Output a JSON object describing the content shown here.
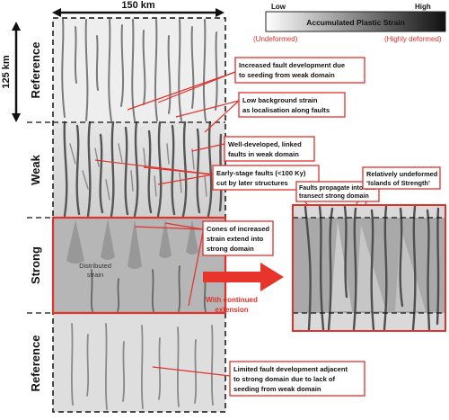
{
  "scale": {
    "width_label": "150 km",
    "height_label": "125 km"
  },
  "legend": {
    "low": "Low",
    "high": "High",
    "title": "Accumulated Plastic Strain",
    "left_note": "(Undeformed)",
    "right_note": "(Highly deformed)",
    "note_color": "#e0312b"
  },
  "domains": [
    "Reference",
    "Weak",
    "Strong",
    "Reference"
  ],
  "annotations": {
    "a1": [
      "Increased fault development due",
      "to seeding from weak domain"
    ],
    "a2": [
      "Low background strain",
      "as localisation along faults"
    ],
    "a3": [
      "Well-developed, linked",
      "faults in weak domain"
    ],
    "a4": [
      "Early-stage faults (<100 Ky)",
      "cut by later structures"
    ],
    "a5": [
      "Cones of increased",
      "strain extend into",
      "strong domain"
    ],
    "a6": [
      "Limited fault development adjacent",
      "to strong domain due to lack of",
      "seeding from weak domain"
    ],
    "a7": [
      "Faults propagate into and",
      "transect strong domain"
    ],
    "a8": [
      "Relatively undeformed",
      "‘Islands of Strength’"
    ]
  },
  "distributed_strain": [
    "Distributed",
    "strain"
  ],
  "arrow_label": [
    "With continued",
    "extension"
  ],
  "colors": {
    "accent": "#e0312b",
    "light": "#efefef",
    "strong": "#b5b5b5",
    "fault": "#6a6a6a"
  }
}
